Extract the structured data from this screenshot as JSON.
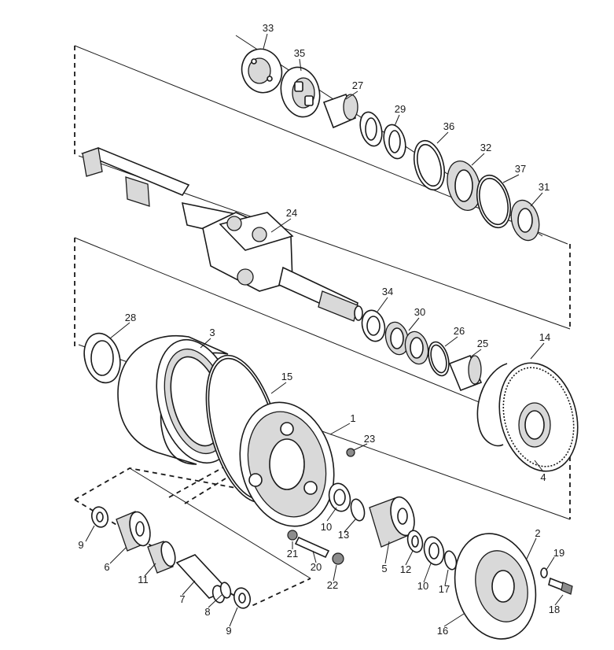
{
  "callouts": [
    {
      "id": "c33",
      "label": "33"
    },
    {
      "id": "c35",
      "label": "35"
    },
    {
      "id": "c27",
      "label": "27"
    },
    {
      "id": "c29",
      "label": "29"
    },
    {
      "id": "c36",
      "label": "36"
    },
    {
      "id": "c32",
      "label": "32"
    },
    {
      "id": "c37",
      "label": "37"
    },
    {
      "id": "c31",
      "label": "31"
    },
    {
      "id": "c24",
      "label": "24"
    },
    {
      "id": "c34",
      "label": "34"
    },
    {
      "id": "c30",
      "label": "30"
    },
    {
      "id": "c26",
      "label": "26"
    },
    {
      "id": "c25",
      "label": "25"
    },
    {
      "id": "c14",
      "label": "14"
    },
    {
      "id": "c28",
      "label": "28"
    },
    {
      "id": "c3",
      "label": "3"
    },
    {
      "id": "c15",
      "label": "15"
    },
    {
      "id": "c1",
      "label": "1"
    },
    {
      "id": "c23",
      "label": "23"
    },
    {
      "id": "c4",
      "label": "4"
    },
    {
      "id": "c10a",
      "label": "10"
    },
    {
      "id": "c13",
      "label": "13"
    },
    {
      "id": "c9a",
      "label": "9"
    },
    {
      "id": "c6",
      "label": "6"
    },
    {
      "id": "c11",
      "label": "11"
    },
    {
      "id": "c21",
      "label": "21"
    },
    {
      "id": "c20",
      "label": "20"
    },
    {
      "id": "c22",
      "label": "22"
    },
    {
      "id": "c5",
      "label": "5"
    },
    {
      "id": "c12",
      "label": "12"
    },
    {
      "id": "c10b",
      "label": "10"
    },
    {
      "id": "c17",
      "label": "17"
    },
    {
      "id": "c2",
      "label": "2"
    },
    {
      "id": "c19",
      "label": "19"
    },
    {
      "id": "c18",
      "label": "18"
    },
    {
      "id": "c7",
      "label": "7"
    },
    {
      "id": "c8",
      "label": "8"
    },
    {
      "id": "c9b",
      "label": "9"
    },
    {
      "id": "c16",
      "label": "16"
    }
  ]
}
